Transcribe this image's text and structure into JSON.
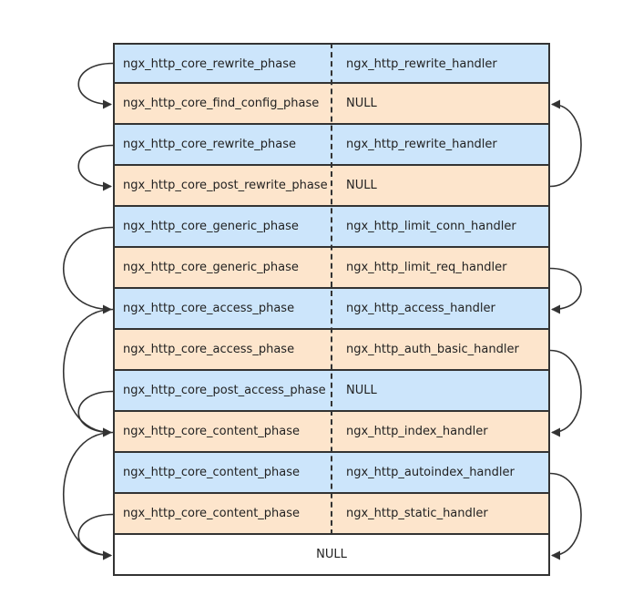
{
  "colors": {
    "blue_row": "#cce5fb",
    "peach_row": "#fde5cc",
    "null_row": "#ffffff",
    "border": "#333333"
  },
  "rows": [
    {
      "phase": "ngx_http_core_rewrite_phase",
      "handler": "ngx_http_rewrite_handler",
      "color": "blue"
    },
    {
      "phase": "ngx_http_core_find_config_phase",
      "handler": "NULL",
      "color": "peach"
    },
    {
      "phase": "ngx_http_core_rewrite_phase",
      "handler": "ngx_http_rewrite_handler",
      "color": "blue"
    },
    {
      "phase": "ngx_http_core_post_rewrite_phase",
      "handler": "NULL",
      "color": "peach"
    },
    {
      "phase": "ngx_http_core_generic_phase",
      "handler": "ngx_http_limit_conn_handler",
      "color": "blue"
    },
    {
      "phase": "ngx_http_core_generic_phase",
      "handler": "ngx_http_limit_req_handler",
      "color": "peach"
    },
    {
      "phase": "ngx_http_core_access_phase",
      "handler": "ngx_http_access_handler",
      "color": "blue"
    },
    {
      "phase": "ngx_http_core_access_phase",
      "handler": "ngx_http_auth_basic_handler",
      "color": "peach"
    },
    {
      "phase": "ngx_http_core_post_access_phase",
      "handler": "NULL",
      "color": "blue"
    },
    {
      "phase": "ngx_http_core_content_phase",
      "handler": "ngx_http_index_handler",
      "color": "peach"
    },
    {
      "phase": "ngx_http_core_content_phase",
      "handler": "ngx_http_autoindex_handler",
      "color": "blue"
    },
    {
      "phase": "ngx_http_core_content_phase",
      "handler": "ngx_http_static_handler",
      "color": "peach"
    }
  ],
  "final_row": {
    "label": "NULL"
  },
  "jumps": {
    "left": [
      {
        "from": 0,
        "to": 1
      },
      {
        "from": 2,
        "to": 3
      },
      {
        "from": 4,
        "to": 6
      },
      {
        "from": 6,
        "to": 9
      },
      {
        "from": 8,
        "to": 9
      },
      {
        "from": 9,
        "to": 12
      },
      {
        "from": 11,
        "to": 12
      }
    ],
    "right": [
      {
        "from": 3,
        "to": 1
      },
      {
        "from": 5,
        "to": 6
      },
      {
        "from": 7,
        "to": 9
      },
      {
        "from": 10,
        "to": 12
      }
    ]
  }
}
